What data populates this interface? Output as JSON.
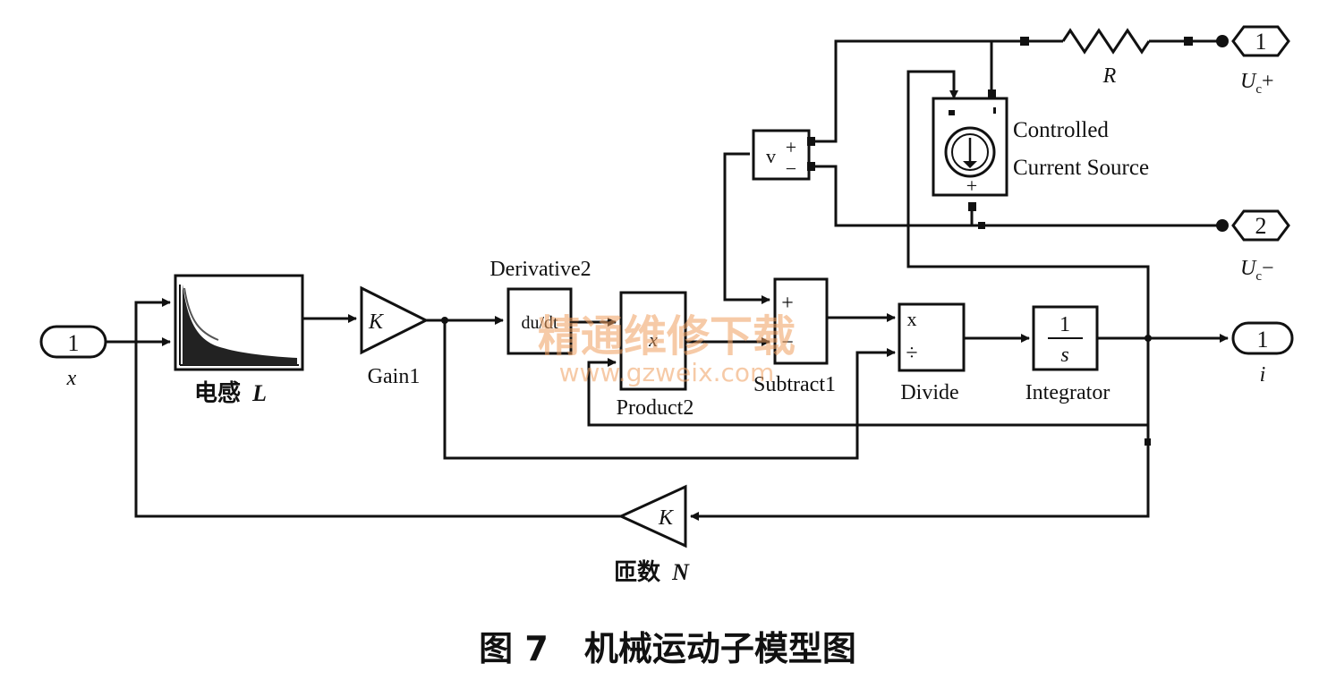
{
  "ports": {
    "in_x": {
      "number": "1",
      "label": "x"
    },
    "out_ucp": {
      "number": "1",
      "label": "U",
      "sub": "c",
      "sign": "+"
    },
    "out_ucm": {
      "number": "2",
      "label": "U",
      "sub": "c",
      "sign": "−"
    },
    "out_i": {
      "number": "1",
      "label": "i"
    }
  },
  "blocks": {
    "inductance": {
      "label_cn": "电感",
      "label_var": "L"
    },
    "gain1": {
      "symbol": "K",
      "label": "Gain1"
    },
    "derivative2": {
      "label": "Derivative2",
      "symbol": "du/dt"
    },
    "product2": {
      "symbol": "x",
      "label": "Product2"
    },
    "subtract1": {
      "plus": "+",
      "minus": "−",
      "label": "Subtract1"
    },
    "divide": {
      "mul": "x",
      "div": "÷",
      "label": "Divide"
    },
    "integrator": {
      "num": "1",
      "den": "s",
      "label": "Integrator"
    },
    "turns": {
      "symbol": "K",
      "label_cn": "匝数",
      "label_var": "N"
    },
    "resistor": {
      "label": "R"
    },
    "voltmeter": {
      "symbol": "v",
      "plus": "+",
      "minus": "−"
    },
    "current_source": {
      "label_line1": "Controlled",
      "label_line2": "Current Source",
      "plus": "+"
    }
  },
  "caption": {
    "figure": "图 7",
    "title": "机械运动子模型图"
  },
  "watermark": {
    "line1": "精通维修下载",
    "line2": "www.gzweix.com"
  }
}
